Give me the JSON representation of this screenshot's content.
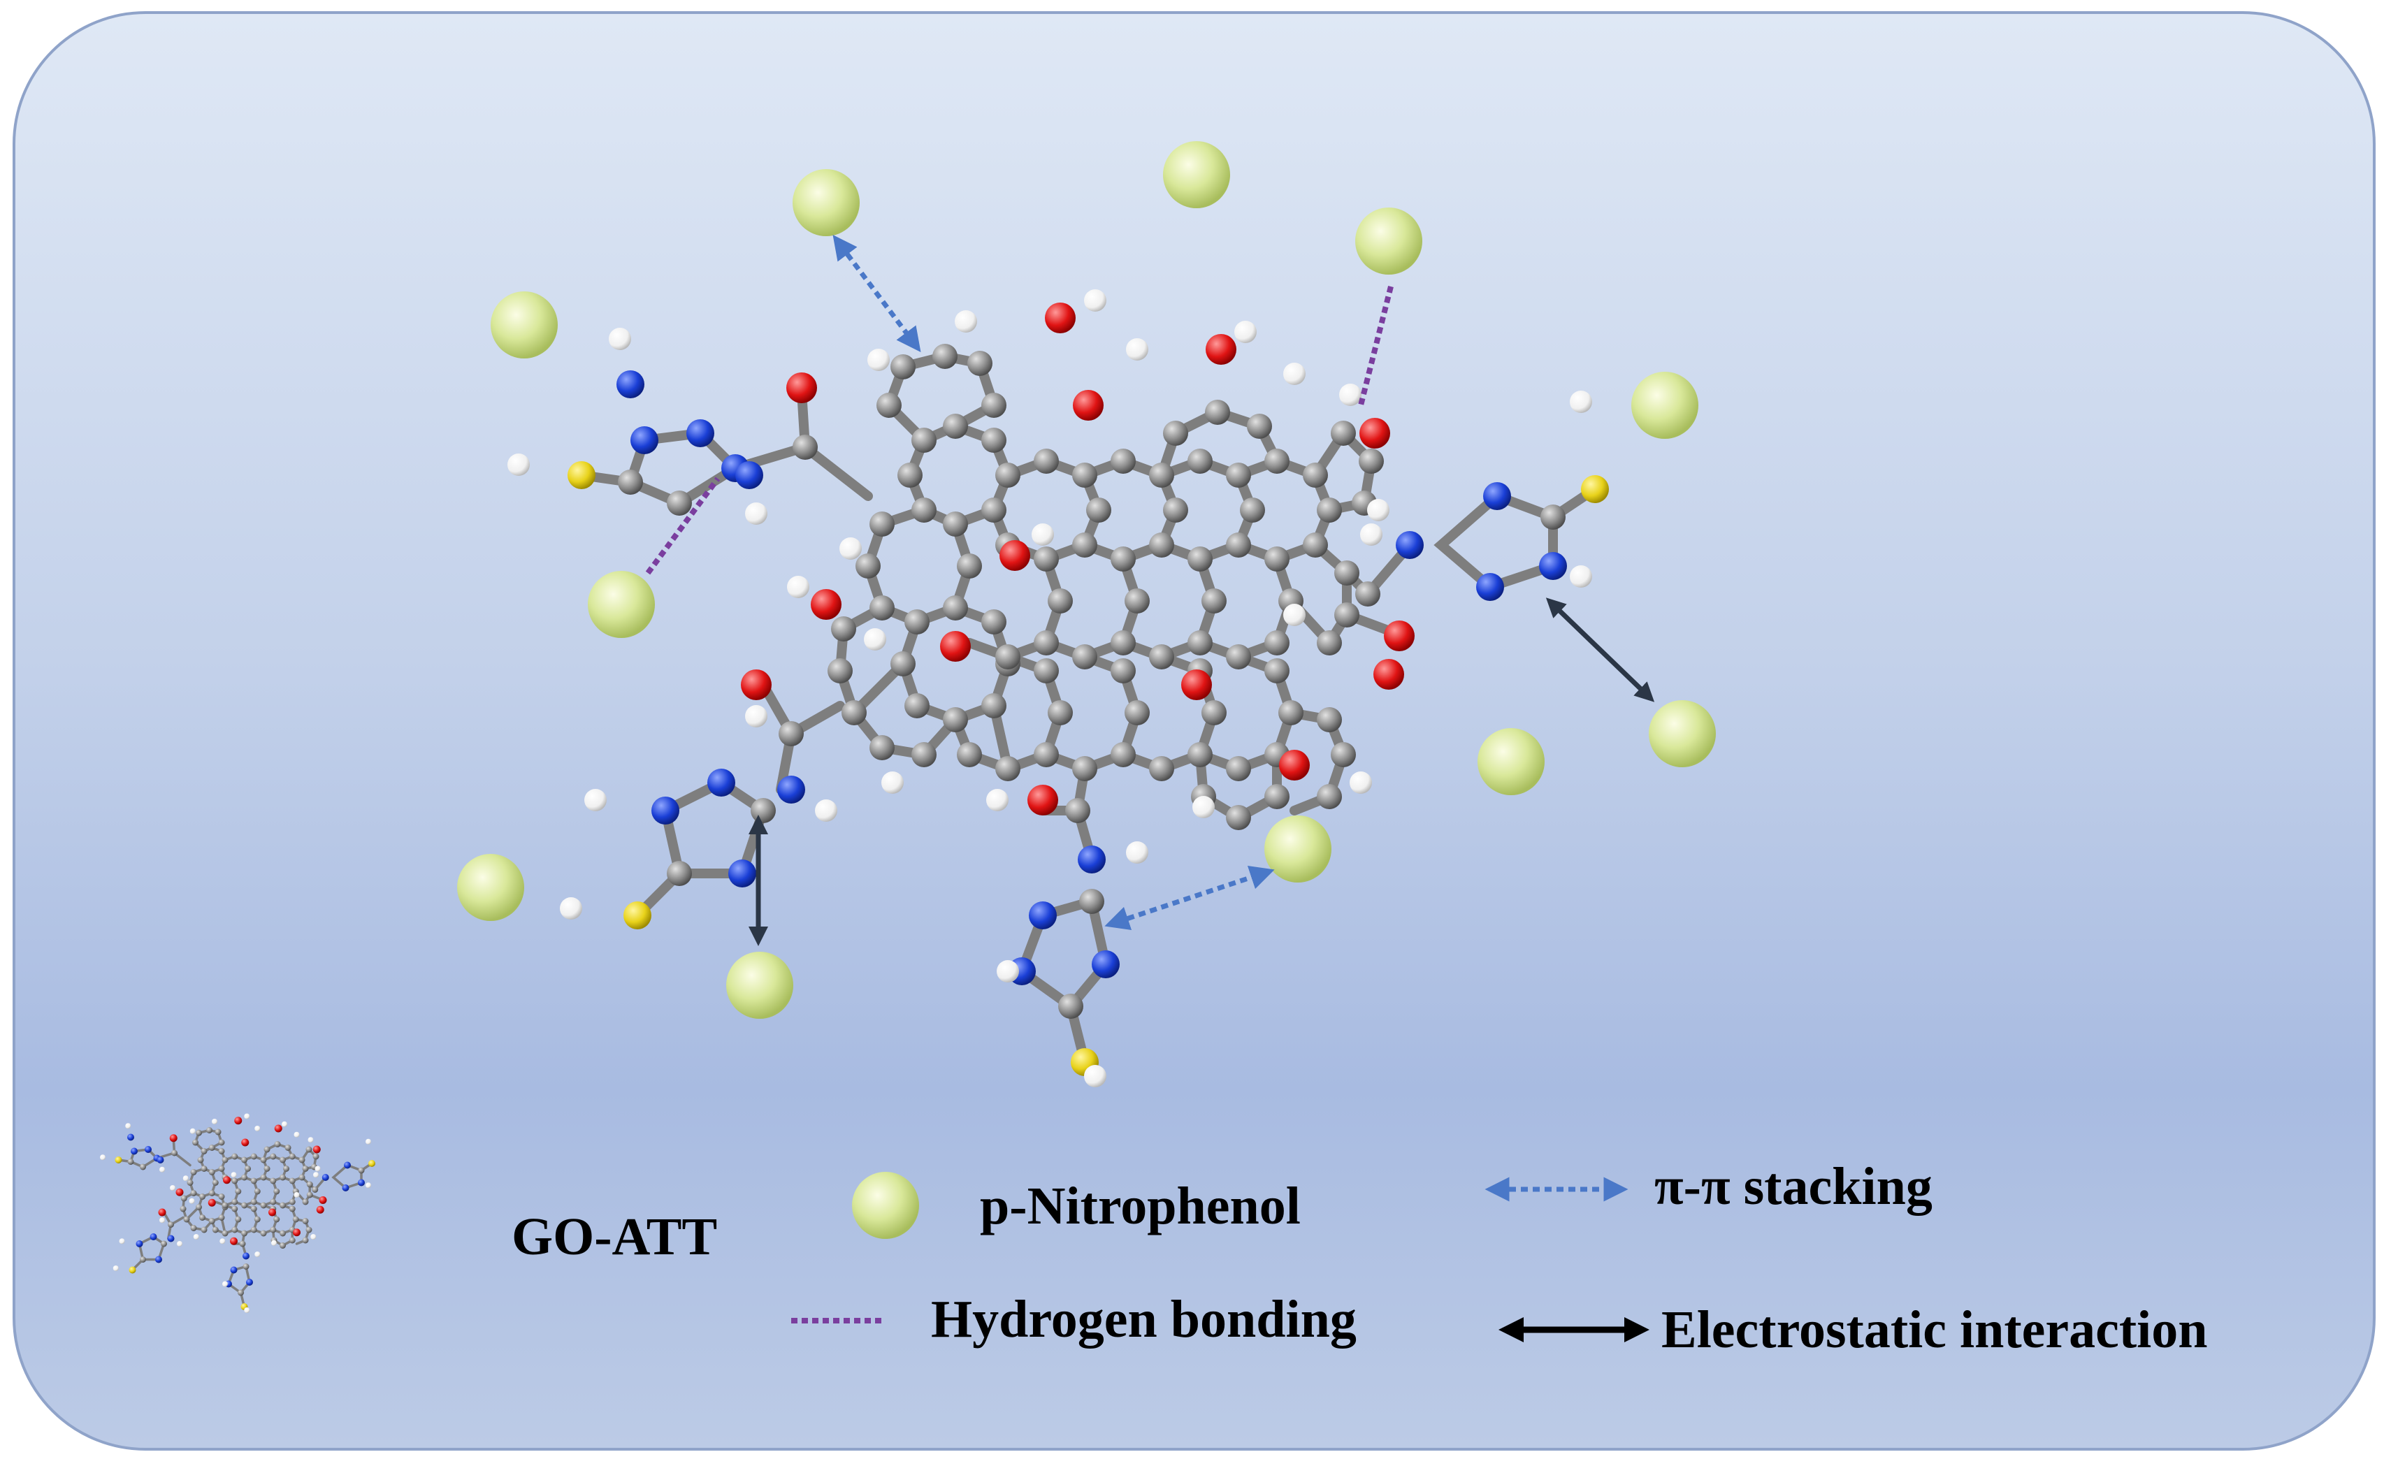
{
  "legend": {
    "go_att": "GO-ATT",
    "p_nitrophenol": "p-Nitrophenol",
    "pi_stacking": "π-π stacking",
    "hydrogen_bonding": "Hydrogen bonding",
    "electrostatic": "Electrostatic interaction"
  },
  "colors": {
    "carbon": "#8c8c8c",
    "oxygen": "#e01414",
    "nitrogen": "#1a3fd6",
    "hydrogen": "#f4f4f4",
    "sulfur": "#e8d21a",
    "p_nitrophenol": "#d9e89a",
    "pi_stacking_arrow": "#4a78c8",
    "hydrogen_bond_line": "#7a3e9e",
    "electrostatic_arrow": "#2b3646"
  },
  "icons": {
    "molecule": "go-att-molecule-icon",
    "sphere": "p-nitrophenol-sphere-icon"
  }
}
